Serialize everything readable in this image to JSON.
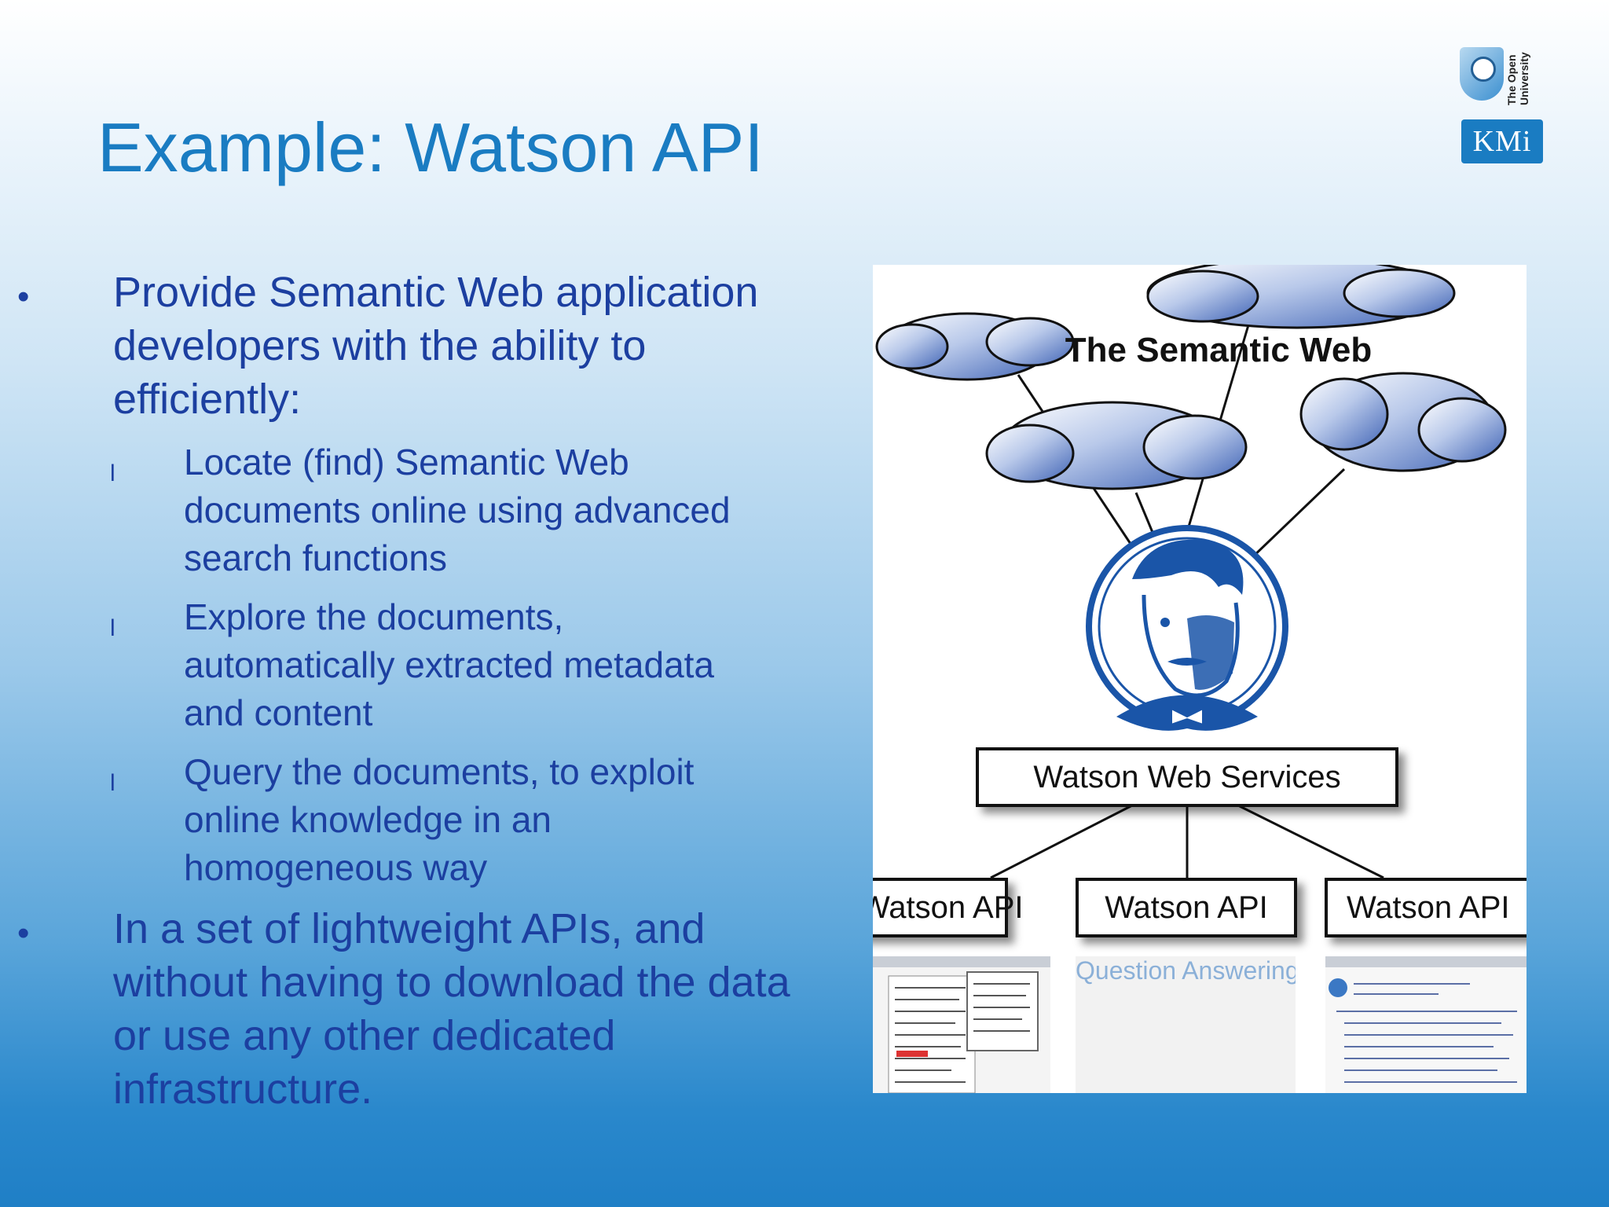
{
  "title": "Example: Watson API",
  "logos": {
    "ou_text": "The Open University",
    "kmi_text": "KMi"
  },
  "bullets": [
    {
      "text": "Provide Semantic Web application\ndevelopers with the ability to\nefficiently:",
      "sub": [
        "Locate (find) Semantic Web\ndocuments online using advanced\nsearch functions",
        "Explore the documents,\nautomatically extracted metadata\nand content",
        "Query the documents, to exploit\nonline knowledge in an\nhomogeneous way"
      ]
    },
    {
      "text": "In a set of lightweight APIs, and\nwithout having to download the data\nor use any other dedicated\ninfrastructure.",
      "sub": []
    }
  ],
  "bullet_glyph": "•",
  "sub_glyph": "l",
  "diagram": {
    "cloud_label": "The Semantic Web",
    "service_label": "Watson Web Services",
    "api_labels": [
      "Watson API",
      "Watson API",
      "Watson API"
    ],
    "screenshot_header": "Question Answering"
  }
}
